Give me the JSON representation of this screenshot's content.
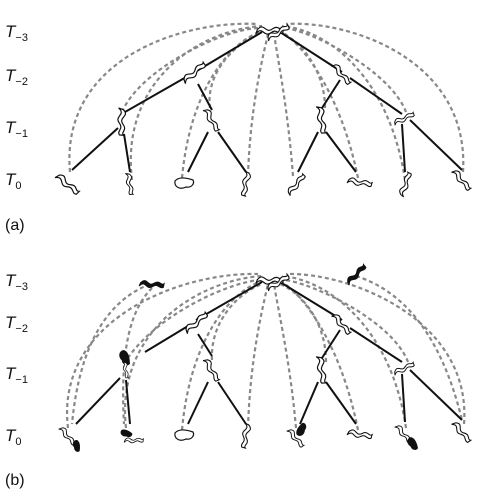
{
  "panels": [
    {
      "label": "(a)",
      "rows": [
        {
          "main": "T",
          "sub": "−3"
        },
        {
          "main": "T",
          "sub": "−2"
        },
        {
          "main": "T",
          "sub": "−1"
        },
        {
          "main": "T",
          "sub": "0"
        }
      ]
    },
    {
      "label": "(b)",
      "rows": [
        {
          "main": "T",
          "sub": "−3"
        },
        {
          "main": "T",
          "sub": "−2"
        },
        {
          "main": "T",
          "sub": "−1"
        },
        {
          "main": "T",
          "sub": "0"
        }
      ]
    }
  ]
}
